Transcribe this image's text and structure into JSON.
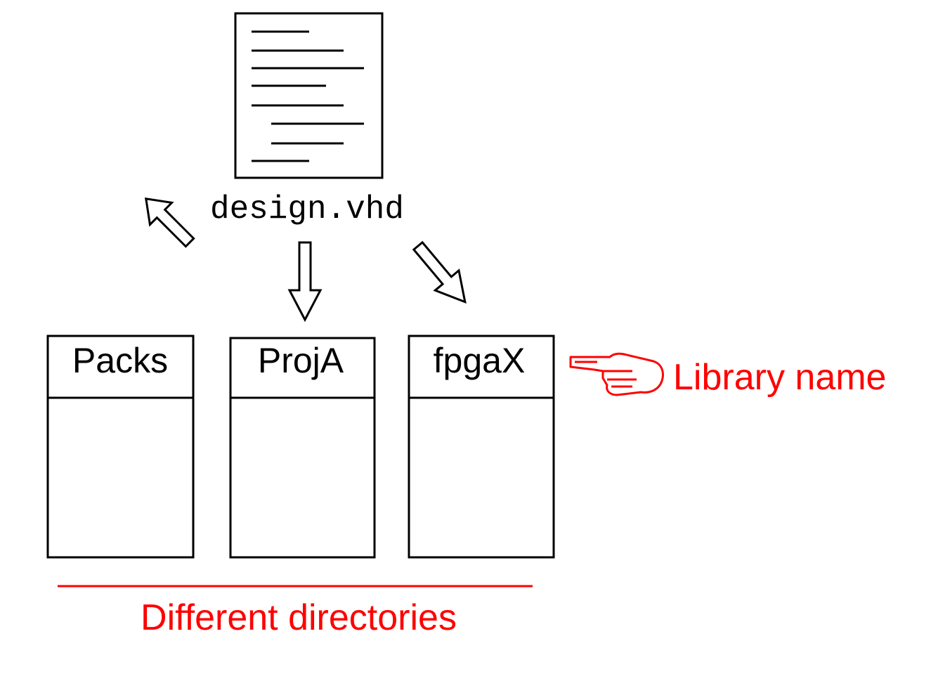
{
  "document": {
    "filename": "design.vhd",
    "icon": "document-icon"
  },
  "libraries": [
    {
      "name": "Packs"
    },
    {
      "name": "ProjA"
    },
    {
      "name": "fpgaX"
    }
  ],
  "annotations": {
    "library_name_label": "Library name",
    "directories_label": "Different directories",
    "pointer_icon": "pointing-hand-icon"
  },
  "colors": {
    "annotation": "#ff0000",
    "lines": "#000000",
    "background": "#ffffff"
  }
}
